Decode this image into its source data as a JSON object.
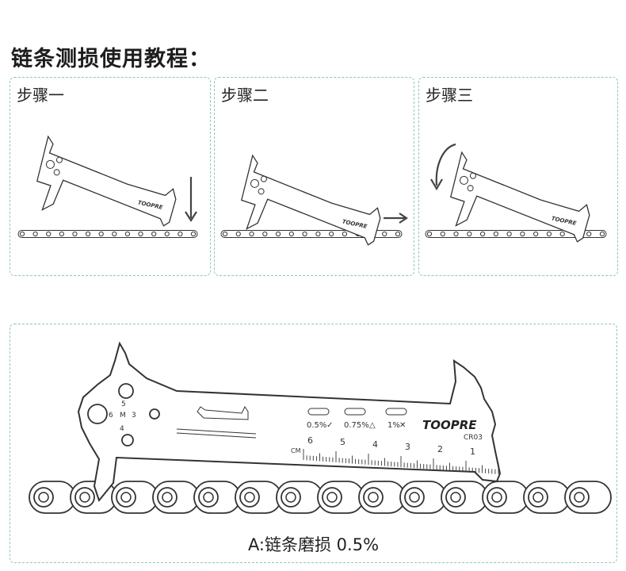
{
  "title": "链条测损使用教程：",
  "steps": [
    {
      "label": "步骤一",
      "tool_text": "TOOPRE"
    },
    {
      "label": "步骤二",
      "tool_text": "TOOPRE"
    },
    {
      "label": "步骤三",
      "tool_text": "TOOPRE"
    }
  ],
  "detail": {
    "brand": "TOOPRE",
    "model": "CR03",
    "unit": "CM",
    "scale_numbers": [
      "6",
      "5",
      "4",
      "3",
      "2",
      "1"
    ],
    "wear_labels": [
      "0.5%",
      "0.75%",
      "1%"
    ],
    "wear_symbols": [
      "✓",
      "△",
      "✕"
    ],
    "hole_labels": [
      "5",
      "6",
      "M",
      "3",
      "4"
    ],
    "caption": "A:链条磨损 0.5%"
  },
  "colors": {
    "border": "#8fc7b8",
    "line": "#333333",
    "arrow": "#444444"
  }
}
